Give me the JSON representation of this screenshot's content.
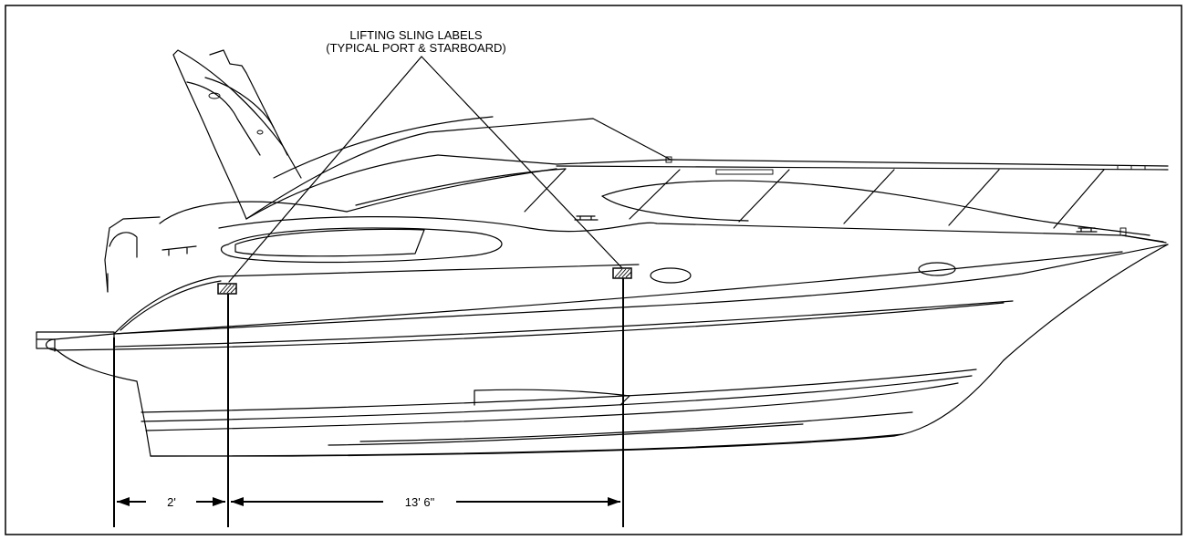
{
  "callout": {
    "line1": "LIFTING SLING LABELS",
    "line2": "(TYPICAL PORT & STARBOARD)"
  },
  "dimensions": {
    "stern_to_aft_sling": "2'",
    "aft_to_fwd_sling": "13' 6\""
  }
}
